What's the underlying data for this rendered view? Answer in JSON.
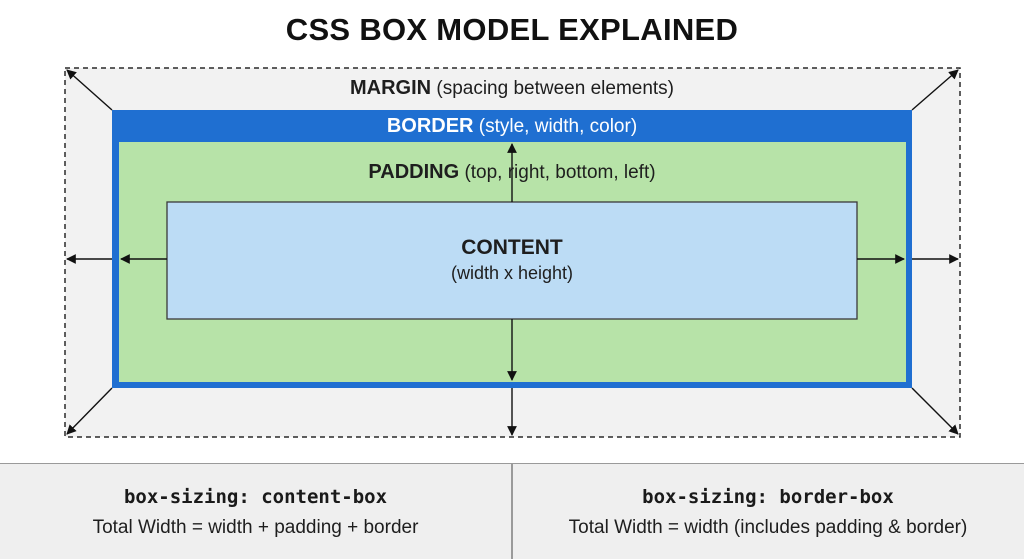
{
  "title": "CSS BOX MODEL EXPLAINED",
  "layers": {
    "margin": {
      "keyword": "MARGIN",
      "detail": "(spacing between elements)"
    },
    "border": {
      "keyword": "BORDER",
      "detail": "(style, width, color)"
    },
    "padding": {
      "keyword": "PADDING",
      "detail": "(top, right, bottom, left)"
    },
    "content": {
      "keyword": "CONTENT",
      "detail": "(width x height)"
    }
  },
  "colors": {
    "margin_fill": "#f2f2f2",
    "margin_outline": "#2a2a2a",
    "border_fill": "#1f6fd1",
    "padding_fill": "#b7e3a8",
    "content_fill": "#bcdcf5",
    "content_outline": "#3a3a3a",
    "arrow": "#111111",
    "footer_fill": "#efefef"
  },
  "footer": {
    "left": {
      "code": "box-sizing: content-box",
      "formula": "Total Width = width + padding + border"
    },
    "right": {
      "code": "box-sizing: border-box",
      "formula": "Total Width = width (includes padding & border)"
    }
  }
}
